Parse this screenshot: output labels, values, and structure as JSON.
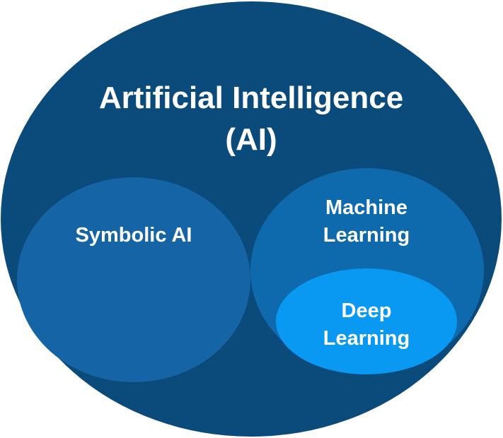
{
  "diagram": {
    "outer": {
      "title_line1": "Artificial Intelligence",
      "title_line2": "(AI)",
      "color": "#0a4b7c"
    },
    "symbolic": {
      "label": "Symbolic AI",
      "color": "#1565a6"
    },
    "machine_learning": {
      "label_line1": "Machine",
      "label_line2": "Learning",
      "color": "#0f6aad"
    },
    "deep_learning": {
      "label_line1": "Deep",
      "label_line2": "Learning",
      "color": "#0a99f2"
    }
  }
}
